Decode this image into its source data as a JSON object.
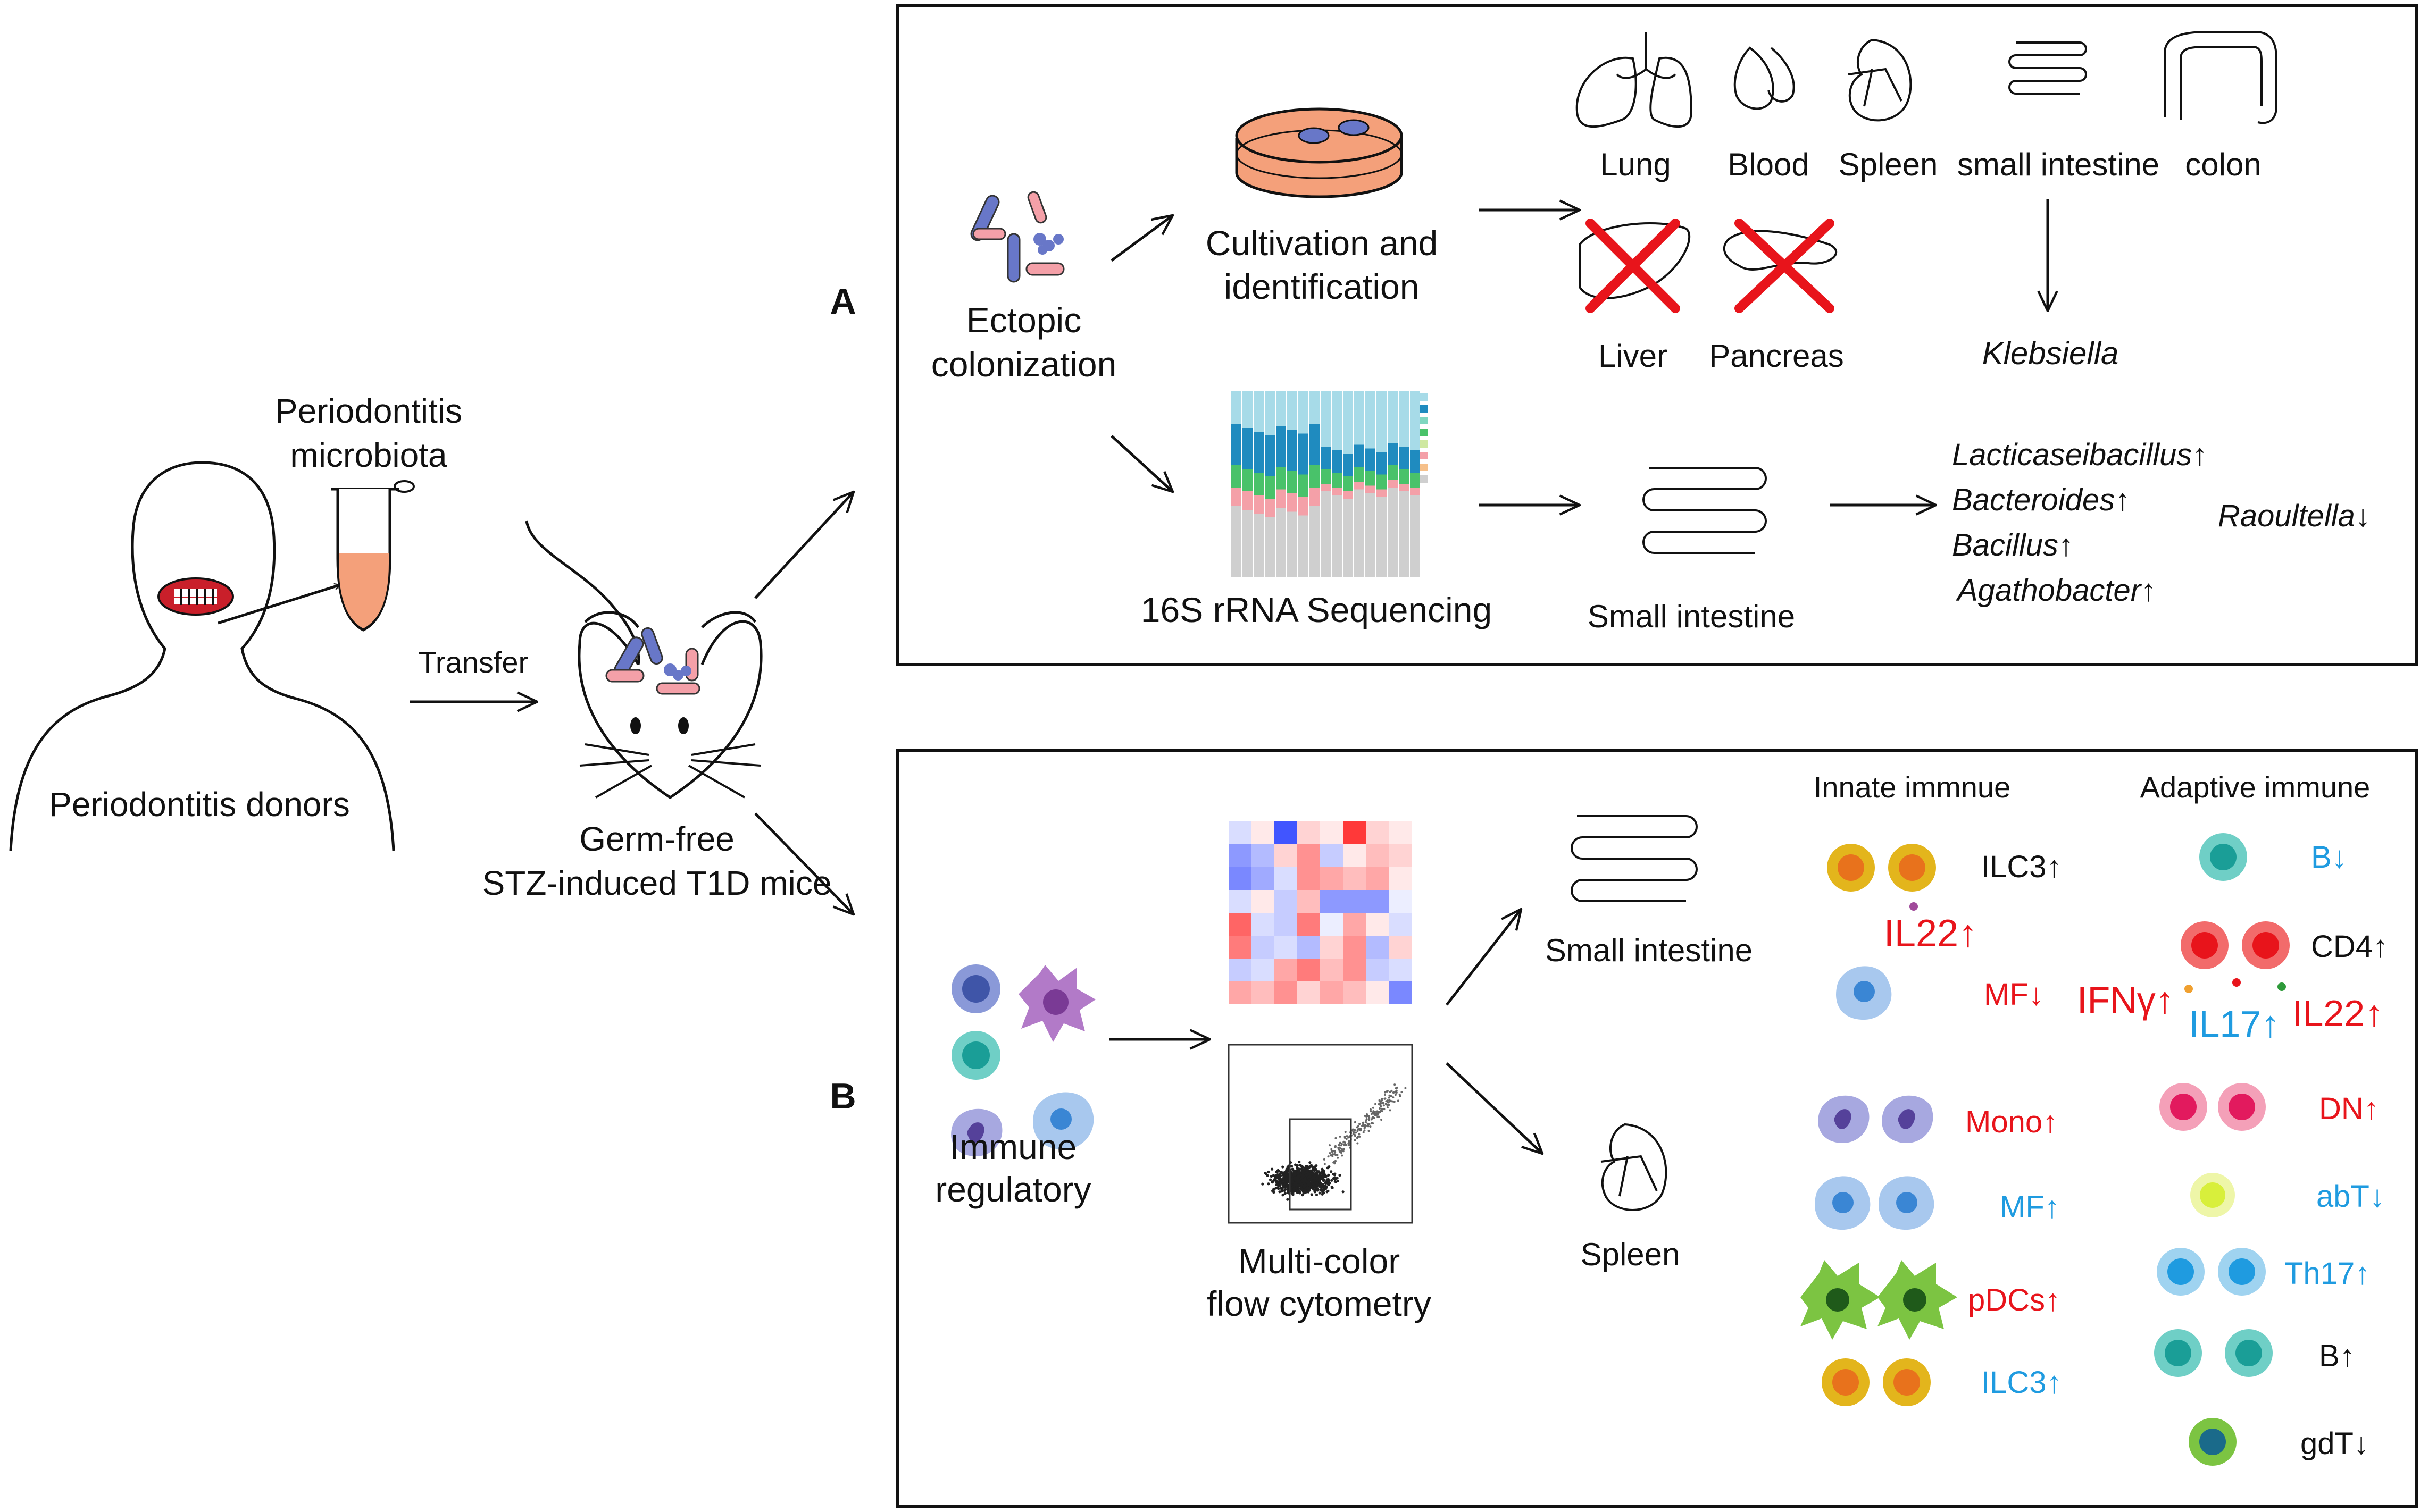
{
  "left": {
    "donors_label": "Periodontitis donors",
    "microbiota_label_line1": "Periodontitis",
    "microbiota_label_line2": "microbiota",
    "transfer_label": "Transfer",
    "mouse_label_line1": "Germ-free",
    "mouse_label_line2": "STZ-induced T1D mice"
  },
  "panelA": {
    "letter": "A",
    "ectopic_line1": "Ectopic",
    "ectopic_line2": "colonization",
    "cultivation_line1": "Cultivation and",
    "cultivation_line2": "identification",
    "sequencing_label": "16S rRNA Sequencing",
    "organs_positive": [
      "Lung",
      "Blood",
      "Spleen",
      "small intestine",
      "colon"
    ],
    "organs_negative": [
      "Liver",
      "Pancreas"
    ],
    "culture_result": "Klebsiella",
    "small_intestine_label": "Small intestine",
    "taxa_up": [
      "Lacticaseibacillus↑",
      "Bacteroides↑",
      "Bacillus↑",
      "Agathobacter↑"
    ],
    "taxa_down": "Raoultella↓"
  },
  "panelB": {
    "letter": "B",
    "immune_line1": "Immune",
    "immune_line2": "regulatory",
    "flow_line1": "Multi-color",
    "flow_line2": "flow cytometry",
    "small_intestine_label": "Small intestine",
    "spleen_label": "Spleen",
    "innate_header": "Innate immnue",
    "adaptive_header": "Adaptive immune",
    "innate_si": {
      "ilc3": "ILC3↑",
      "il22": "IL22↑",
      "mf": "MF↓"
    },
    "adaptive_si": {
      "b": "B↓",
      "cd4": "CD4↑",
      "ifng": "IFNγ↑",
      "il17": "IL17↑",
      "il22": "IL22↑"
    },
    "innate_spleen": [
      "Mono↑",
      "MF↑",
      "pDCs↑",
      "ILC3↑"
    ],
    "adaptive_spleen": [
      "DN↑",
      "abT↓",
      "Th17↑",
      "B↑",
      "gdT↓"
    ]
  },
  "colors": {
    "red_text": "#e8141b",
    "blue_text": "#1f9be0",
    "black_text": "#111111",
    "salmon": "#f4a07a",
    "ilc3_outer": "#e3b51c",
    "ilc3_inner": "#e8721c",
    "teal": "#2ab0aa",
    "cd4_outer": "#f26b6b",
    "cd4_inner": "#e8141b",
    "dn_outer": "#f4a0b8",
    "dn_inner": "#e21a5e",
    "pdc": "#7cc442",
    "th17_outer": "#9fd3f0",
    "th17_inner": "#1f9be0",
    "abt": "#d8ef3b"
  }
}
